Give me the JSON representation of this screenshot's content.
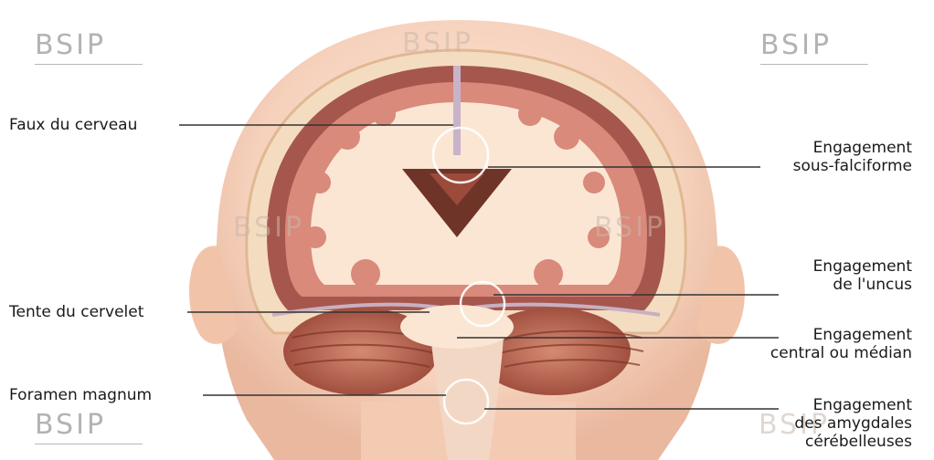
{
  "labels": {
    "faux_du_cerveau": "Faux du cerveau",
    "tente_du_cervelet": "Tente du cervelet",
    "foramen_magnum": "Foramen magnum",
    "engagement_sous_falciforme": [
      "Engagement",
      "sous-falciforme"
    ],
    "engagement_uncus": [
      "Engagement",
      "de l'uncus"
    ],
    "engagement_central": [
      "Engagement",
      "central ou médian"
    ],
    "engagement_amygdales": [
      "Engagement",
      "des amygdales",
      "cérébelleuses"
    ]
  },
  "watermark": {
    "text": "BSIP"
  },
  "colors": {
    "skin": "#f6d2bd",
    "skin_shadow": "#e7b49a",
    "skull": "#f4dcc0",
    "brain_cortex": "#a6574d",
    "brain_fill": "#d98a7a",
    "white_matter": "#fbe6d4",
    "cerebellum": "#b8644f",
    "ventricle": "#6e3428"
  }
}
